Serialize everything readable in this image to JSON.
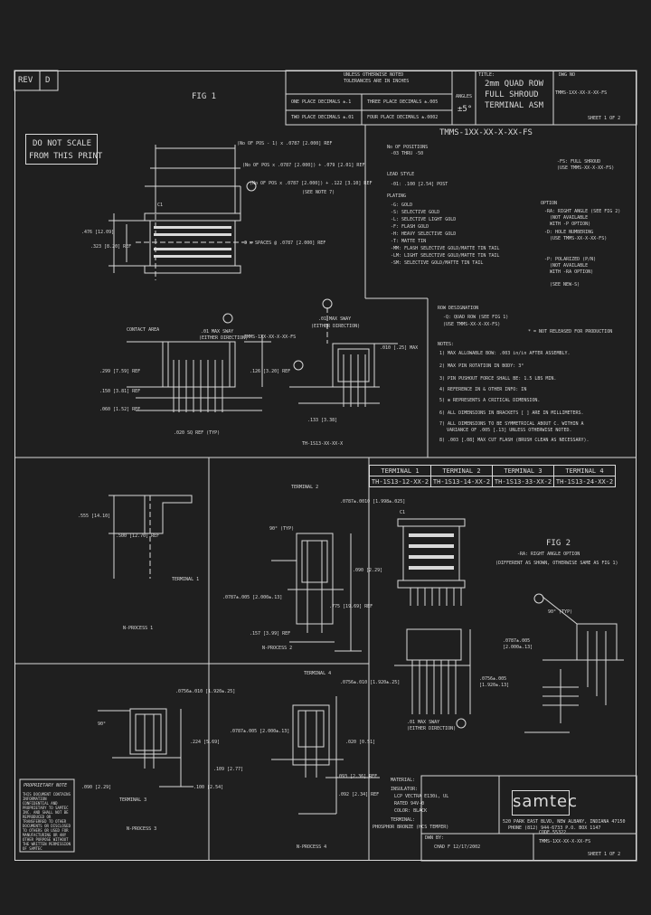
{
  "rev": {
    "label": "REV",
    "value": "D"
  },
  "title_block": {
    "tolerance_header": "UNLESS OTHERWISE NOTED",
    "tolerance_sub": "TOLERANCES ARE IN INCHES",
    "one_place": "ONE PLACE DECIMALS ±.1",
    "two_place": "TWO PLACE DECIMALS ±.01",
    "three_place": "THREE PLACE DECIMALS ±.005",
    "four_place": "FOUR PLACE DECIMALS ±.0002",
    "angles_label": "ANGLES",
    "angles_value": "±5°",
    "title_label": "TITLE:",
    "title_line1": "2mm QUAD ROW",
    "title_line2": "FULL SHROUD",
    "title_line3": "TERMINAL ASM",
    "dwg_label": "DWG NO",
    "dwg_no": "TMMS-1XX-XX-X-XX-FS",
    "sheet": "SHEET 1 OF 2"
  },
  "fig1": {
    "label": "FIG 1",
    "do_not_scale_1": "DO NOT SCALE",
    "do_not_scale_2": "FROM THIS PRINT",
    "dim_pos_a": "(No OF POS - 1) x .0787 [2.000] REF",
    "dim_pos_b": "(No OF POS x .0787 [2.000]) + .079 [2.01] REF",
    "dim_pos_c": "(No OF POS x .0787 [2.000]) + .122 [3.10] REF",
    "see_note": "(SEE NOTE 7)",
    "c1": "C1",
    "dim_476": ".476 [12.09]",
    "dim_323": ".323 [8.20] REF",
    "spaces": "3 x SPACES @ .0787 [2.000] REF",
    "contact_area": "CONTACT AREA",
    "max_sway": ".01 MAX SWAY",
    "either_dir": "(EITHER DIRECTION)",
    "ref_part": "TMMS-1XX-XX-X-XX-FS",
    "dim_299": ".299 [7.59] REF",
    "dim_150": ".150 [3.81] REF",
    "dim_060": ".060 [1.52] REF",
    "dim_020": ".020 SQ REF (TYP)",
    "dim_126": ".126 [3.20] REF",
    "dim_01": ".010 [.25] MAX",
    "dim_133": ".133 [3.38]",
    "terminal_ref": "TH-1S13-XX-XX-X"
  },
  "part_number": {
    "pn": "TMMS-1XX-XX-X-XX-FS",
    "no_pos": "No OF POSITIONS",
    "no_pos_range": "-03 THRU -50",
    "lead_style_label": "LEAD STYLE",
    "lead_style": "-01: .100 [2.54] POST",
    "plating_label": "PLATING",
    "plating_1": "-G: GOLD",
    "plating_2": "-S: SELECTIVE GOLD",
    "plating_3": "-L: SELECTIVE LIGHT GOLD",
    "plating_4": "-F: FLASH GOLD",
    "plating_5": "-H: HEAVY SELECTIVE GOLD",
    "plating_6": "-T: MATTE TIN",
    "plating_7": "-MM: FLASH SELECTIVE GOLD/MATTE TIN TAIL",
    "plating_8": "-LM: LIGHT SELECTIVE GOLD/MATTE TIN TAIL",
    "plating_9": "-SM: SELECTIVE GOLD/MATTE TIN TAIL",
    "fs_1": "-FS: FULL SHROUD",
    "fs_2": "(USE TMMS-XX-X-XX-FS)",
    "option_label": "OPTION",
    "option_1": "-RA: RIGHT ANGLE (SEE FIG 2)",
    "option_2": "(NOT AVAILABLE",
    "option_3": "WITH -P OPTION)",
    "option_4": "-D: HOLE NUMBERING",
    "option_5": "(USE TMMS-XX-X-XX-FS)",
    "option_6": "-P: POLARIZED (P/N)",
    "option_7": "(NOT AVAILABLE",
    "option_8": "WITH -RA OPTION)",
    "option_9": "(SEE NEW-S)"
  },
  "row_designation": {
    "label": "ROW DESIGNATION",
    "line1": "-Q: QUAD ROW (SEE FIG 1)",
    "line2": "(USE TMMS-XX-X-XX-FS)",
    "not_released": "* = NOT RELEASED FOR PRODUCTION"
  },
  "notes": {
    "label": "NOTES:",
    "n1": "1) MAX ALLOWABLE BOW: .003 in/in AFTER ASSEMBLY.",
    "n2": "2) MAX PIN ROTATION IN BODY: 3°",
    "n3": "3) PIN PUSHOUT FORCE SHALL BE: 1.5 LBS MIN.",
    "n4": "4) REFERENCE IN & OTHER INFO: IN",
    "n5": "5) ⊗ REPRESENTS A CRITICAL DIMENSION.",
    "n6": "6) ALL DIMENSIONS IN BRACKETS [ ] ARE IN MILLIMETERS.",
    "n7a": "7) ALL DIMENSIONS TO BE SYMMETRICAL ABOUT C. WITHIN A",
    "n7b": "VARIANCE OF .005 [.13] UNLESS OTHERWISE NOTED.",
    "n8": "8) .003 [.08] MAX CUT FLASH (BRUSH CLEAN AS NECESSARY)."
  },
  "terminals": {
    "headers": [
      "TERMINAL 1",
      "TERMINAL 2",
      "TERMINAL 3",
      "TERMINAL 4"
    ],
    "parts": [
      "TH-1S13-12-XX-2",
      "TH-1S13-14-XX-2",
      "TH-1S13-33-XX-2",
      "TH-1S13-24-XX-2"
    ]
  },
  "process1": {
    "label": "N-PROCESS 1",
    "dim_a": ".555 [14.10]",
    "dim_b": ".500 [12.70] REF",
    "terminal": "TERMINAL 1"
  },
  "process2": {
    "label": "N-PROCESS 2",
    "terminal": "TERMINAL 2",
    "dim_a": ".0787±.0010 [1.998±.025]",
    "dim_b": "90° (TYP)",
    "dim_c": ".090 [2.29]",
    "dim_d": ".0787±.005 [2.000±.13]",
    "dim_e": ".775 [19.69] REF",
    "dim_f": ".157 [3.99] REF"
  },
  "process3": {
    "label": "N-PROCESS 3",
    "terminal": "TERMINAL 3",
    "dim_a": ".0756±.010 [1.920±.25]",
    "dim_b": "90°",
    "dim_c": ".224 [5.69]",
    "dim_d": ".090 [2.29]",
    "dim_e": ".100 [2.54]"
  },
  "process4": {
    "label": "N-PROCESS 4",
    "terminal": "TERMINAL 4",
    "dim_a": ".0756±.010 [1.920±.25]",
    "dim_b": ".0787±.005 [2.000±.13]",
    "dim_c": ".020 [0.51]",
    "dim_d": ".109 [2.77]",
    "dim_e": ".093 [2.36] REF",
    "dim_f": ".092 [2.34] REF"
  },
  "fig2": {
    "label": "FIG 2",
    "sub1": "-RA: RIGHT ANGLE OPTION",
    "sub2": "(DIFFERENT AS SHOWN, OTHERWISE SAME AS FIG 1)",
    "c1": "C1",
    "dim_a": "90° (TYP)",
    "dim_b": ".0787±.005",
    "dim_c": "[2.000±.13]",
    "dim_d": ".0756±.005",
    "dim_e": "[1.920±.13]",
    "sway": ".01 MAX SWAY",
    "sway2": "(EITHER DIRECTION)"
  },
  "material": {
    "label": "MATERIAL:",
    "ins": "INSULATOR:",
    "ins1": "LCP VECTRA E130i, UL",
    "ins2": "RATED 94V-0",
    "ins3": "COLOR: BLACK",
    "term": "TERMINAL:",
    "term1": "PHOSPHOR BRONZE (HCS TEMPER)"
  },
  "company": {
    "logo": "samtec",
    "addr1": "520 PARK EAST BLVD, NEW ALBANY, INDIANA 47150",
    "addr2": "PHONE (812) 944-6733  P.O. BOX 1147",
    "addr3": "CODE 55322",
    "drawn_label": "DWN BY:",
    "drawn": "CHAD F 12/17/2002",
    "dwg_ref": "TMMS-1XX-XX-X-XX-FS",
    "sheet": "SHEET 1 OF 2"
  },
  "proprietary": {
    "title": "PROPRIETARY NOTE",
    "body": "THIS DOCUMENT CONTAINS INFORMATION CONFIDENTIAL AND PROPRIETARY TO SAMTEC INC. AND SHALL NOT BE REPRODUCED OR TRANSFERRED TO OTHER DOCUMENTS OR DISCLOSED TO OTHERS OR USED FOR MANUFACTURING OR ANY OTHER PURPOSE WITHOUT THE WRITTEN PERMISSION OF SAMTEC INCORPORATED."
  }
}
